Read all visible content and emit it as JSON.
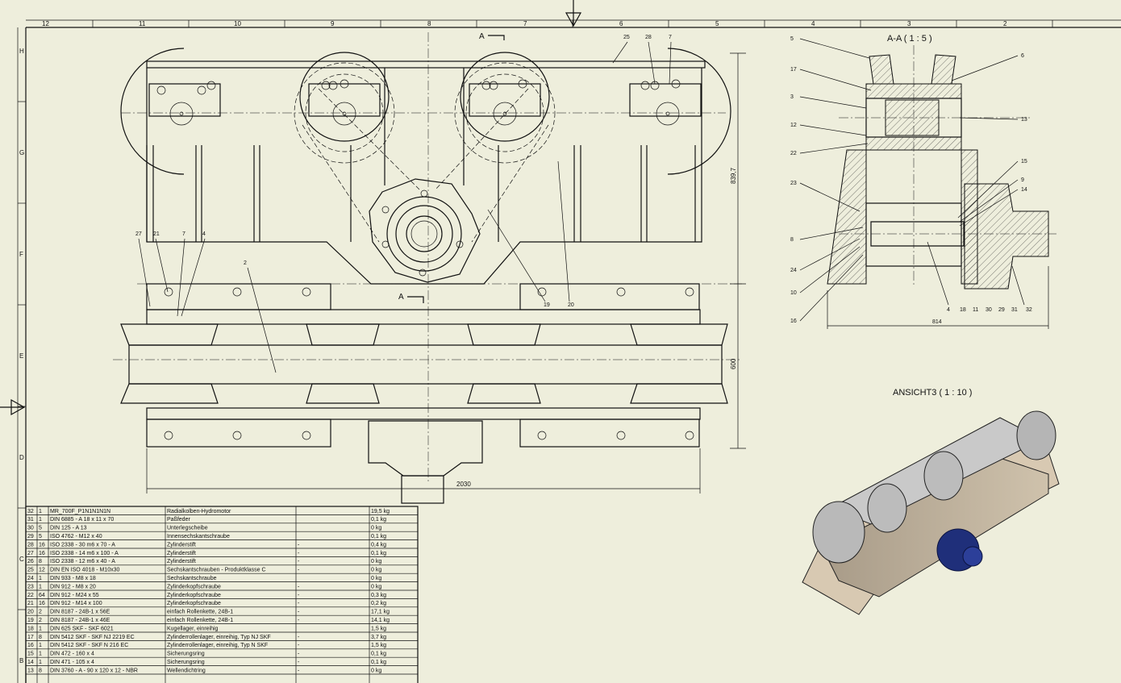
{
  "frame": {
    "col_labels": [
      "12",
      "11",
      "10",
      "9",
      "8",
      "7",
      "6",
      "5",
      "4",
      "3",
      "2"
    ],
    "row_labels": [
      "H",
      "G",
      "F",
      "E",
      "D",
      "C",
      "B"
    ]
  },
  "main_view": {
    "section_marker": "A",
    "dimensions": {
      "height": "839,7",
      "width": "2030",
      "lower_height": "600"
    },
    "balloons": [
      "25",
      "28",
      "7",
      "27",
      "21",
      "7",
      "4",
      "2",
      "19",
      "20"
    ]
  },
  "section_view": {
    "title": "A-A ( 1 : 5 )",
    "width_dim": "814",
    "left_balloons": [
      "5",
      "17",
      "3",
      "12",
      "22",
      "23",
      "8",
      "24",
      "10",
      "16"
    ],
    "right_balloons": [
      "6",
      "13",
      "15",
      "9",
      "14"
    ],
    "bottom_balloons": [
      "4",
      "18",
      "11",
      "30",
      "29",
      "31",
      "32"
    ]
  },
  "iso_view": {
    "title": "ANSICHT3 ( 1 : 10 )"
  },
  "bom": {
    "rows": [
      {
        "pos": "32",
        "qty": "1",
        "part": "MR_700F_P1N1N1N1N",
        "desc": "Radialkolben-Hydromotor",
        "note": "",
        "mass": "19,5 kg"
      },
      {
        "pos": "31",
        "qty": "1",
        "part": "DIN 6885 - A 18 x 11 x 70",
        "desc": "Paßfeder",
        "note": "",
        "mass": "0,1 kg"
      },
      {
        "pos": "30",
        "qty": "5",
        "part": "DIN 125 - A 13",
        "desc": "Unterlegscheibe",
        "note": "",
        "mass": "0 kg"
      },
      {
        "pos": "29",
        "qty": "5",
        "part": "ISO 4762 - M12 x 40",
        "desc": "Innensechskantschraube",
        "note": "",
        "mass": "0,1 kg"
      },
      {
        "pos": "28",
        "qty": "16",
        "part": "ISO 2338 - 30 m6 x 70 - A",
        "desc": "Zylinderstift",
        "note": "-",
        "mass": "0,4 kg"
      },
      {
        "pos": "27",
        "qty": "16",
        "part": "ISO 2338 - 14 m6 x 100 - A",
        "desc": "Zylinderstift",
        "note": "-",
        "mass": "0,1 kg"
      },
      {
        "pos": "26",
        "qty": "8",
        "part": "ISO 2338 - 12 m6 x 40 - A",
        "desc": "Zylinderstift",
        "note": "-",
        "mass": "0 kg"
      },
      {
        "pos": "25",
        "qty": "12",
        "part": "DIN EN ISO 4018 - M10x30",
        "desc": "Sechskantschrauben - Produktklasse C",
        "note": "-",
        "mass": "0 kg"
      },
      {
        "pos": "24",
        "qty": "1",
        "part": "DIN 933 - M8 x 18",
        "desc": "Sechskantschraube",
        "note": "",
        "mass": "0 kg"
      },
      {
        "pos": "23",
        "qty": "1",
        "part": "DIN 912 - M8 x 20",
        "desc": "Zylinderkopfschraube",
        "note": "-",
        "mass": "0 kg"
      },
      {
        "pos": "22",
        "qty": "64",
        "part": "DIN 912 - M24 x 55",
        "desc": "Zylinderkopfschraube",
        "note": "-",
        "mass": "0,3 kg"
      },
      {
        "pos": "21",
        "qty": "16",
        "part": "DIN 912 - M14 x 100",
        "desc": "Zylinderkopfschraube",
        "note": "-",
        "mass": "0,2 kg"
      },
      {
        "pos": "20",
        "qty": "2",
        "part": "DIN 8187 - 24B-1 x 56E",
        "desc": "einfach Rollenkette, 24B-1",
        "note": "-",
        "mass": "17,1 kg"
      },
      {
        "pos": "19",
        "qty": "2",
        "part": "DIN 8187 - 24B-1 x 46E",
        "desc": "einfach Rollenkette, 24B-1",
        "note": "-",
        "mass": "14,1 kg"
      },
      {
        "pos": "18",
        "qty": "1",
        "part": "DIN 625 SKF - SKF 6021",
        "desc": "Kugellager, einreihig",
        "note": "",
        "mass": "1,5 kg"
      },
      {
        "pos": "17",
        "qty": "8",
        "part": "DIN 5412 SKF - SKF NJ 2219 EC",
        "desc": "Zylinderrollenlager, einreihig, Typ NJ SKF",
        "note": "-",
        "mass": "3,7 kg"
      },
      {
        "pos": "16",
        "qty": "1",
        "part": "DIN 5412 SKF - SKF N 216 EC",
        "desc": "Zylinderrollenlager, einreihig, Typ N SKF",
        "note": "-",
        "mass": "1,5 kg"
      },
      {
        "pos": "15",
        "qty": "1",
        "part": "DIN 472 - 160 x 4",
        "desc": "Sicherungsring",
        "note": "-",
        "mass": "0,1 kg"
      },
      {
        "pos": "14",
        "qty": "1",
        "part": "DIN 471 - 105 x 4",
        "desc": "Sicherungsring",
        "note": "-",
        "mass": "0,1 kg"
      },
      {
        "pos": "13",
        "qty": "8",
        "part": "DIN 3760 - A - 90 x 120 x 12 - NBR",
        "desc": "Wellendichtring",
        "note": "-",
        "mass": "0 kg"
      }
    ]
  }
}
